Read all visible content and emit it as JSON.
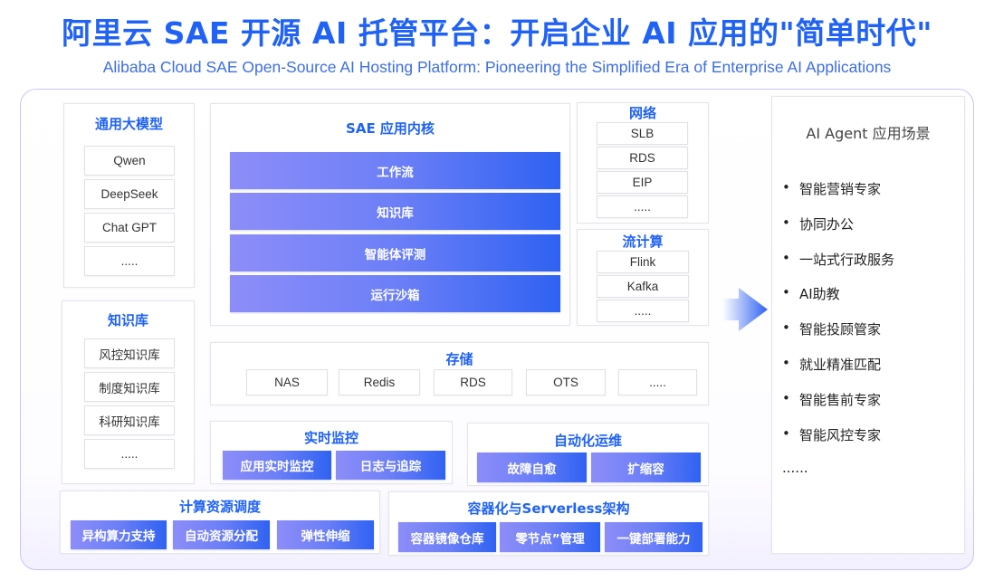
{
  "header": {
    "title": "阿里云 SAE 开源 AI 托管平台：开启企业 AI 应用的\"简单时代\"",
    "subtitle": "Alibaba Cloud SAE Open-Source AI Hosting Platform: Pioneering the Simplified Era of Enterprise AI Applications"
  },
  "llm": {
    "title": "通用大模型",
    "items": [
      "Qwen",
      "DeepSeek",
      "Chat GPT",
      "....."
    ]
  },
  "kb": {
    "title": "知识库",
    "items": [
      "风控知识库",
      "制度知识库",
      "科研知识库",
      "....."
    ]
  },
  "core": {
    "title": "SAE 应用内核",
    "items": [
      "工作流",
      "知识库",
      "智能体评测",
      "运行沙箱"
    ]
  },
  "network": {
    "title": "网络",
    "items": [
      "SLB",
      "RDS",
      "EIP",
      "....."
    ]
  },
  "stream": {
    "title": "流计算",
    "items": [
      "Flink",
      "Kafka",
      "....."
    ]
  },
  "storage": {
    "title": "存储",
    "items": [
      "NAS",
      "Redis",
      "RDS",
      "OTS",
      "....."
    ]
  },
  "monitor": {
    "title": "实时监控",
    "items": [
      "应用实时监控",
      "日志与追踪"
    ]
  },
  "ops": {
    "title": "自动化运维",
    "items": [
      "故障自愈",
      "扩缩容"
    ]
  },
  "compute": {
    "title": "计算资源调度",
    "items": [
      "异构算力支持",
      "自动资源分配",
      "弹性伸缩"
    ]
  },
  "container": {
    "title": "容器化与Serverless架构",
    "items": [
      "容器镜像仓库",
      "零节点”管理",
      "一键部署能力"
    ]
  },
  "scenarios": {
    "title": "AI Agent 应用场景",
    "items": [
      "智能营销专家",
      "协同办公",
      "一站式行政服务",
      "AI助教",
      "智能投顾管家",
      "就业精准匹配",
      "智能售前专家",
      "智能风控专家"
    ],
    "more": "......"
  },
  "colors": {
    "accent": "#1f62f5",
    "bar_start": "#8d8df8",
    "bar_end": "#2f62f2",
    "frame": "#c9c4fa"
  }
}
